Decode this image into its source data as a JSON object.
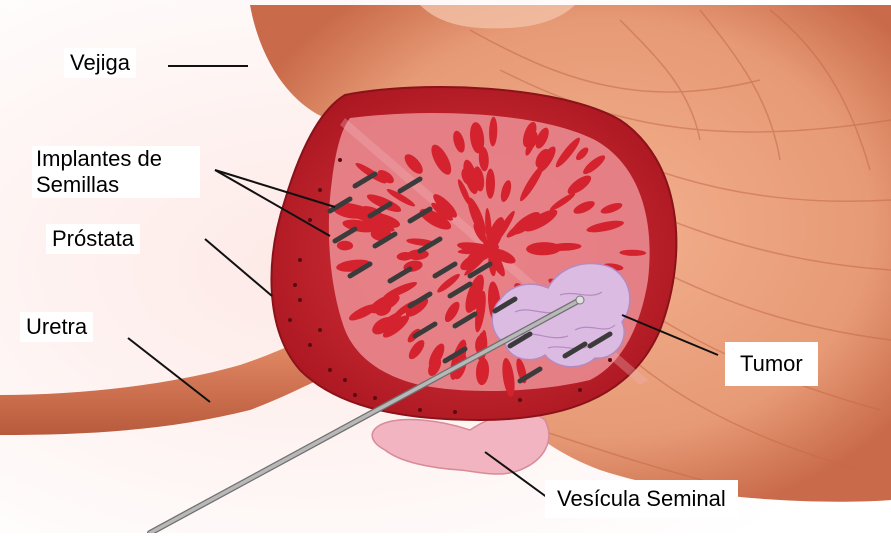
{
  "labels": {
    "vejiga": "Vejiga",
    "implantes_line1": "Implantes de",
    "implantes_line2": "Semillas",
    "prostata": "Próstata",
    "uretra": "Uretra",
    "tumor": "Tumor",
    "vesicula": "Vesícula Seminal"
  },
  "colors": {
    "background_light": "#fde9e6",
    "bladder": "#e79a76",
    "bladder_dark": "#c96b4a",
    "prostate_red": "#d4232e",
    "prostate_dark": "#9e1a22",
    "cut_face": "#e88a8f",
    "tumor": "#dcbbe3",
    "seminal_vesicle": "#f1b4c0",
    "urethra": "#d87552",
    "seed": "#3b3b3b",
    "needle": "#9a9a9a"
  },
  "icons": [
    "seed-implant-icon",
    "needle-icon"
  ]
}
